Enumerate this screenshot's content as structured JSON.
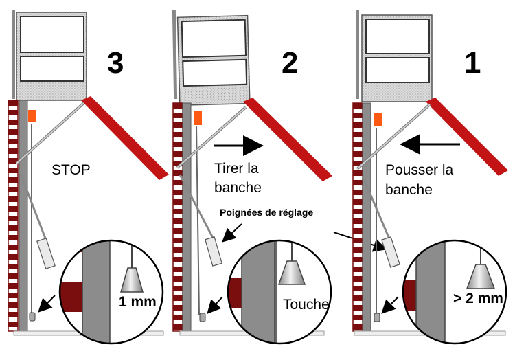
{
  "panels": [
    {
      "number": "3",
      "label_lines": [
        "STOP"
      ],
      "detail_label": "1 mm",
      "arrow": "none"
    },
    {
      "number": "2",
      "label_lines": [
        "Tirer la",
        "banche"
      ],
      "detail_label": "Touche",
      "arrow": "right"
    },
    {
      "number": "1",
      "label_lines": [
        "Pousser la",
        "banche"
      ],
      "detail_label": "> 2 mm",
      "arrow": "left"
    }
  ],
  "annotation": "Poignées de réglage",
  "colors": {
    "dark_red": "#7a0e0e",
    "red_strut": "#c21414",
    "orange_tab": "#ff5a14",
    "wall_grey": "#8c8c8c",
    "hatch_grey": "#d4d4d4"
  }
}
